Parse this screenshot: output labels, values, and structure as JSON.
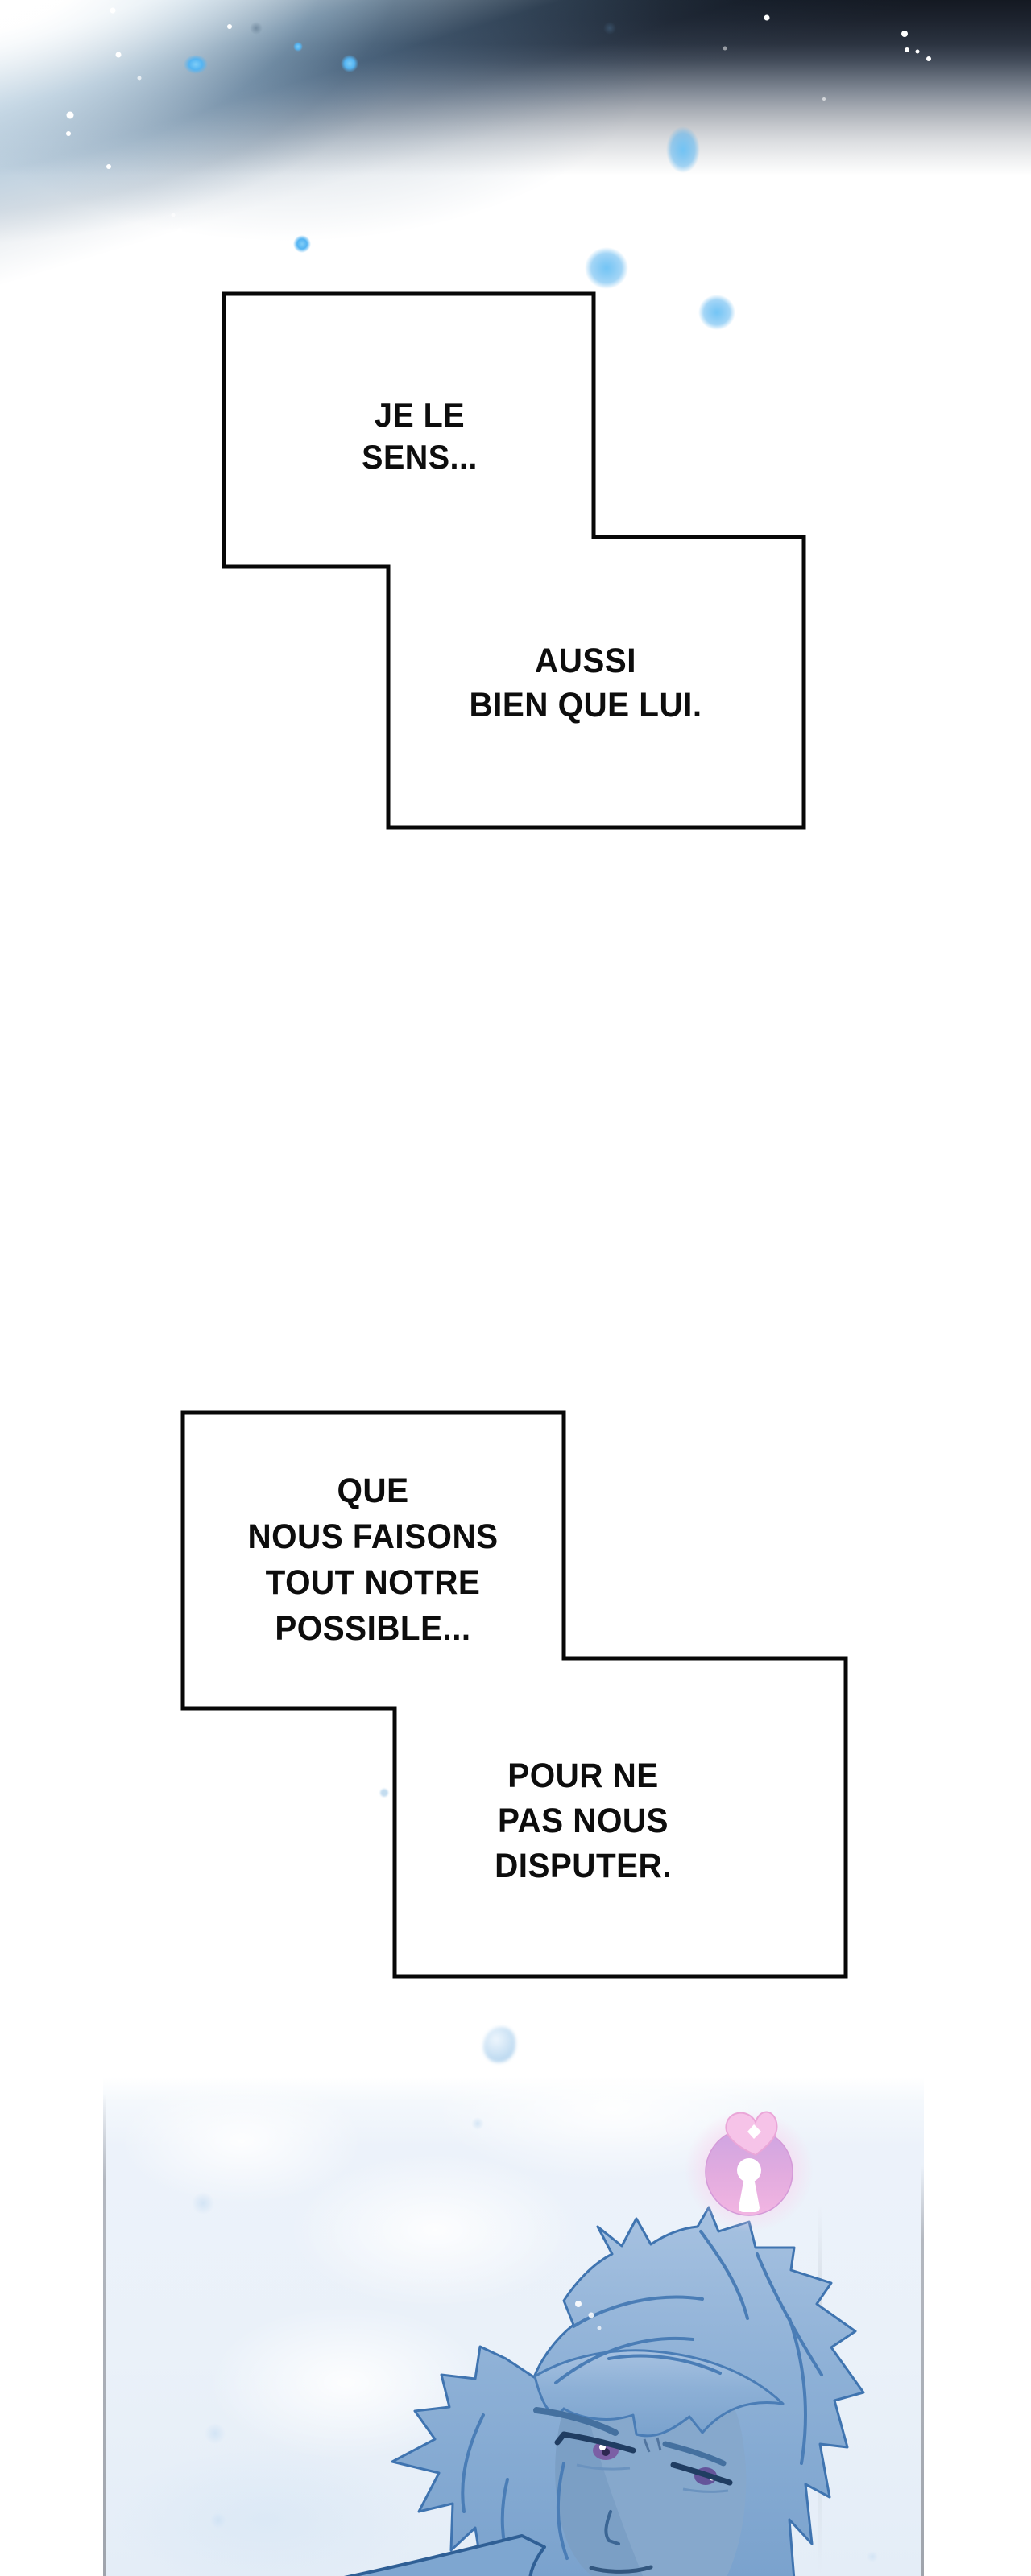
{
  "scene": {
    "kind": "webtoon comic page"
  },
  "sky": {
    "top_color": "#141922",
    "mid_color": "#434c5a",
    "horizon_color": "#dcdee1",
    "beam": "white-light-beam",
    "particle_cyan_color": "#54b4f2",
    "particle_white_color": "#ffffff"
  },
  "speech_bubbles": [
    {
      "id": "bubble-1a",
      "lines": [
        "JE LE",
        "SENS..."
      ]
    },
    {
      "id": "bubble-1b",
      "lines": [
        "AUSSI",
        "BIEN QUE LUI."
      ]
    },
    {
      "id": "bubble-2a",
      "lines": [
        "QUE",
        "NOUS FAISONS",
        "TOUT NOTRE",
        "POSSIBLE..."
      ]
    },
    {
      "id": "bubble-2b",
      "lines": [
        "POUR NE",
        "PAS NOUS",
        "DISPUTER."
      ]
    }
  ],
  "illustration": {
    "frame_border_color": "#a9aeb6",
    "background_tint": "#eaf1f9",
    "lock": {
      "icon": "heart-padlock-icon",
      "body_color": "#e7abdd",
      "heart_color": "#f3bce6",
      "glow_color": "#f9d8ef",
      "keyhole_color": "#ffffff"
    },
    "character": {
      "hair_color": "#8db0d6",
      "line_color": "#3f74b0",
      "skin_color": "#86a8cc",
      "eye_color": "#7b5fa5",
      "brow_color": "#2c4a70",
      "clothing_color": "#7ca4ce"
    }
  }
}
